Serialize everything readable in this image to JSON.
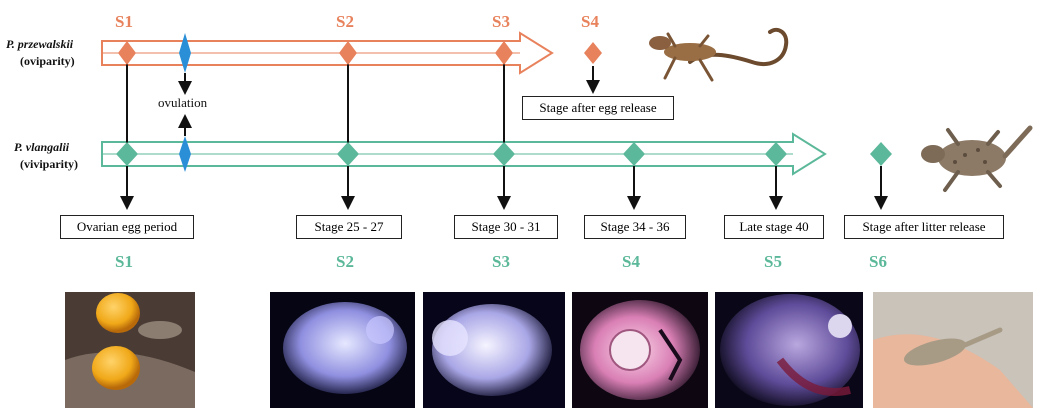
{
  "colors": {
    "oviparity": "#e8825c",
    "viviparity": "#5cb89a",
    "ovulation": "#2a8fd6",
    "arrow": "#111111"
  },
  "species": {
    "top": {
      "name": "P. przewalskii",
      "mode": "(oviparity)"
    },
    "bottom": {
      "name": "P. vlangalii",
      "mode": "(viviparity)"
    }
  },
  "ovulation_label": "ovulation",
  "top_stages": [
    "S1",
    "S2",
    "S3",
    "S4"
  ],
  "bottom_stages": [
    "S1",
    "S2",
    "S3",
    "S4",
    "S5",
    "S6"
  ],
  "top_box": "Stage after egg release",
  "bottom_boxes": [
    "Ovarian egg period",
    "Stage 25 - 27",
    "Stage 30 - 31",
    "Stage 34 - 36",
    "Late stage 40",
    "Stage after litter release"
  ],
  "photos": [
    "ovarian-egg-photo",
    "embryo-stage-25-27-photo",
    "embryo-stage-30-31-photo",
    "embryo-stage-34-36-photo",
    "embryo-late-stage-40-photo",
    "neonate-lizard-photo"
  ]
}
